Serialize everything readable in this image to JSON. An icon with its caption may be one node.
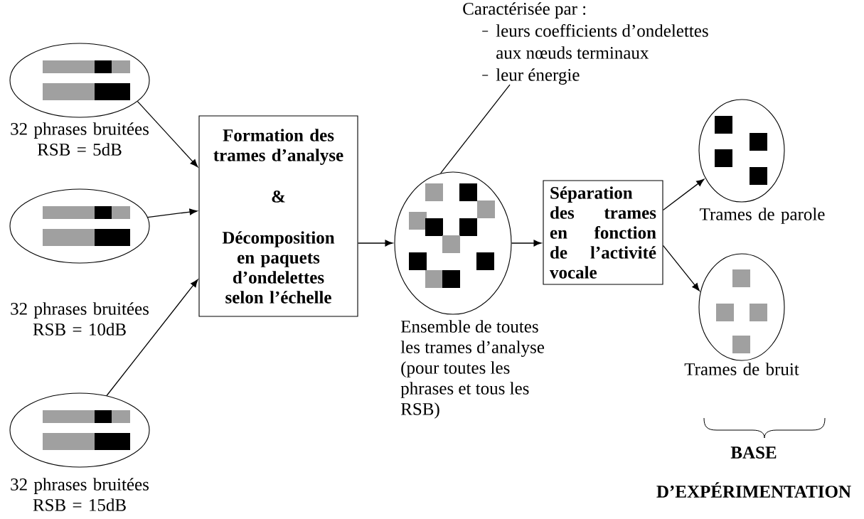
{
  "diagram": {
    "nodes": [
      {
        "text": [],
        "shape": "ellipse",
        "beside": [
          "32 phrases bruitées RSB = 5dB"
        ]
      },
      {
        "text": [],
        "shape": "ellipse",
        "beside": [
          "32 phrases bruitées RSB = 10dB"
        ]
      },
      {
        "text": [],
        "shape": "ellipse",
        "beside": [
          "32 phrases bruitées RSB = 15dB"
        ]
      },
      {
        "text": [
          "Formation des trames d’analyse",
          "&",
          "Décomposition en paquets d’ondelettes selon l’échelle"
        ]
      },
      {
        "text": [],
        "shape": "ellipse",
        "beside": [
          "Ensemble de toutes les trames d’analyse (pour toutes les phrases et tous les RSB)"
        ]
      },
      {
        "text": [
          "Caractérisée par :",
          "leurs coefficients d’ondelettes aux nœuds terminaux",
          "leur énergie"
        ]
      },
      {
        "text": [
          "Séparation des trames en fonction de l’activité vocale"
        ]
      },
      {
        "text": [],
        "shape": "ellipse",
        "beside": [
          "Trames de parole"
        ]
      },
      {
        "text": [],
        "shape": "ellipse",
        "beside": [
          "Trames de bruit"
        ]
      }
    ],
    "edges": [
      {
        "from": 0,
        "to": 3,
        "arrow": "to"
      },
      {
        "from": 1,
        "to": 3,
        "arrow": "to"
      },
      {
        "from": 2,
        "to": 3,
        "arrow": "to"
      },
      {
        "from": 3,
        "to": 4,
        "arrow": "to"
      },
      {
        "from": 4,
        "to": 6,
        "arrow": "to"
      },
      {
        "from": 6,
        "to": 7,
        "arrow": "to"
      },
      {
        "from": 6,
        "to": 8,
        "arrow": "to"
      },
      {
        "from": 5,
        "to": 4,
        "arrow": "none"
      }
    ],
    "labels": [
      "BASE D’EXPÉRIMENTATION"
    ]
  }
}
